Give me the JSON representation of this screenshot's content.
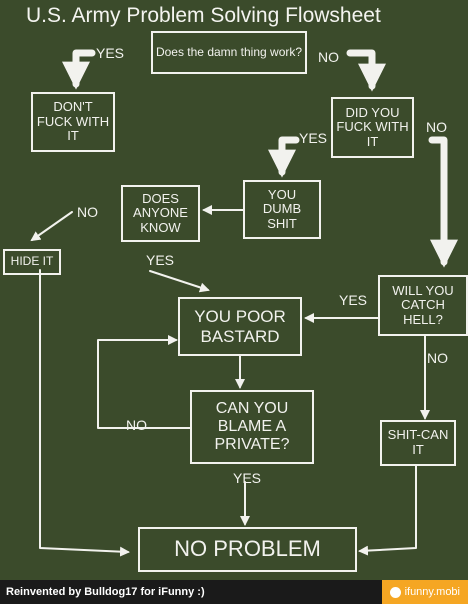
{
  "title": "U.S. Army Problem Solving Flowsheet",
  "nodes": {
    "work": "Does the damn thing work?",
    "dont_fuck": "DON'T FUCK WITH IT",
    "did_you_fuck": "DID YOU FUCK WITH IT",
    "dumb_shit": "YOU DUMB SHIT",
    "anyone_know": "DOES ANYONE KNOW",
    "hide_it": "HIDE IT",
    "catch_hell": "WILL YOU CATCH HELL?",
    "poor_bastard": "YOU POOR BASTARD",
    "blame_private": "CAN YOU BLAME A PRIVATE?",
    "shit_can": "SHIT-CAN IT",
    "no_problem": "NO PROBLEM"
  },
  "labels": {
    "work_yes": "YES",
    "work_no": "NO",
    "fuck_yes": "YES",
    "fuck_no": "NO",
    "know_no": "NO",
    "know_yes": "YES",
    "hell_yes": "YES",
    "hell_no": "NO",
    "private_no": "NO",
    "private_yes": "YES"
  },
  "footer": {
    "credit": "Reinvented by Bulldog17 for iFunny :)",
    "brand": "ifunny.mobi"
  },
  "colors": {
    "background": "#3b4b2b",
    "chalk": "#f2f2ee",
    "brand": "#f5a623"
  }
}
